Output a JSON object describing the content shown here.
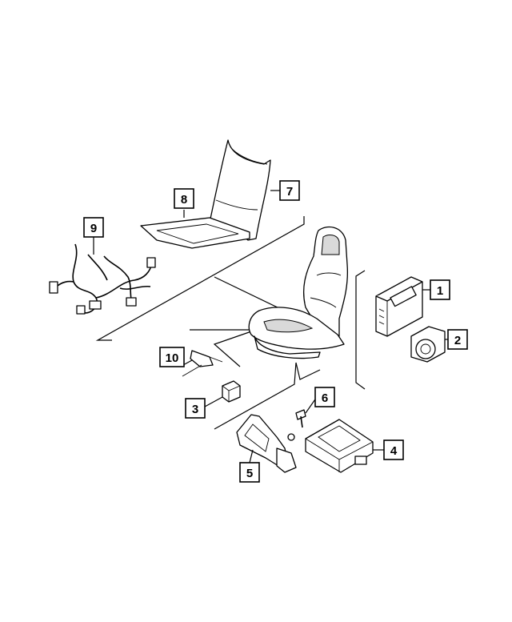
{
  "diagram": {
    "callouts": [
      {
        "id": "c1",
        "label": "1"
      },
      {
        "id": "c2",
        "label": "2"
      },
      {
        "id": "c3",
        "label": "3"
      },
      {
        "id": "c4",
        "label": "4"
      },
      {
        "id": "c5",
        "label": "5"
      },
      {
        "id": "c6",
        "label": "6"
      },
      {
        "id": "c7",
        "label": "7"
      },
      {
        "id": "c8",
        "label": "8"
      },
      {
        "id": "c9",
        "label": "9"
      },
      {
        "id": "c10",
        "label": "10"
      }
    ],
    "colors": {
      "ink": "#000000",
      "paper": "#ffffff",
      "shade": "#d9d9d9"
    }
  }
}
